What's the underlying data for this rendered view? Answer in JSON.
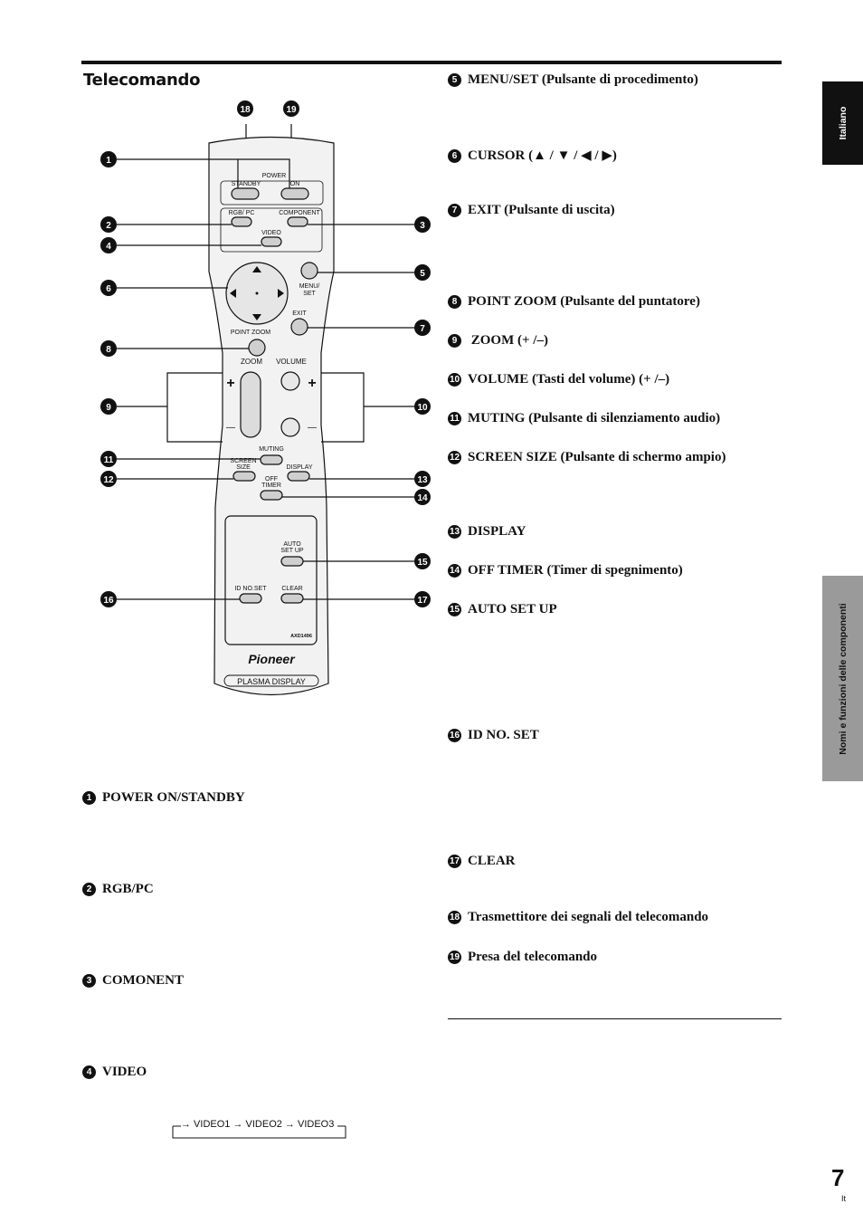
{
  "header": {
    "title": "Telecomando"
  },
  "side_tabs": {
    "language": "Italiano",
    "section": "Nomi e funzioni delle componenti"
  },
  "remote_labels": {
    "power": "POWER",
    "standby": "STANDBY",
    "on": "ON",
    "rgbpc": "RGB/ PC",
    "component": "COMPONENT",
    "video": "VIDEO",
    "menu1": "MENU/",
    "menu2": "SET",
    "exit": "EXIT",
    "point_zoom": "POINT  ZOOM",
    "zoom": "ZOOM",
    "volume": "VOLUME",
    "plus": "+",
    "minus": "—",
    "muting": "MUTING",
    "screen1": "SCREEN",
    "screen2": "SIZE",
    "display": "DISPLAY",
    "off1": "OFF",
    "off2": "TIMER",
    "auto1": "AUTO",
    "auto2": "SET UP",
    "idno": "ID NO.SET",
    "clear": "CLEAR",
    "model": "AXD1496",
    "brand": "Pioneer",
    "plasma": "PLASMA DISPLAY"
  },
  "callouts": {
    "n1": "1",
    "n2": "2",
    "n3": "3",
    "n4": "4",
    "n5": "5",
    "n6": "6",
    "n7": "7",
    "n8": "8",
    "n9": "9",
    "n10": "10",
    "n11": "11",
    "n12": "12",
    "n13": "13",
    "n14": "14",
    "n15": "15",
    "n16": "16",
    "n17": "17",
    "n18": "18",
    "n19": "19"
  },
  "right_items": [
    {
      "n": "5",
      "label": "MENU/SET (Pulsante di procedimento)"
    },
    {
      "n": "6",
      "label": "CURSOR (▲ / ▼ / ◀ / ▶)"
    },
    {
      "n": "7",
      "label": "EXIT (Pulsante di uscita)"
    },
    {
      "n": "8",
      "label": "POINT ZOOM (Pulsante del puntatore)"
    },
    {
      "n": "9",
      "label": " ZOOM (+ /–)"
    },
    {
      "n": "10",
      "label": "VOLUME (Tasti del volume) (+ /–)"
    },
    {
      "n": "11",
      "label": "MUTING (Pulsante di silenziamento audio)"
    },
    {
      "n": "12",
      "label": "SCREEN SIZE (Pulsante di schermo ampio)"
    },
    {
      "n": "13",
      "label": "DISPLAY"
    },
    {
      "n": "14",
      "label": "OFF TIMER (Timer di spegnimento)"
    },
    {
      "n": "15",
      "label": "AUTO SET UP"
    },
    {
      "n": "16",
      "label": "ID NO. SET"
    },
    {
      "n": "17",
      "label": "CLEAR"
    },
    {
      "n": "18",
      "label": "Trasmettitore dei segnali del telecomando"
    },
    {
      "n": "19",
      "label": "Presa del telecomando"
    }
  ],
  "left_items": [
    {
      "n": "1",
      "label": "POWER ON/STANDBY"
    },
    {
      "n": "2",
      "label": "RGB/PC"
    },
    {
      "n": "3",
      "label": "COMONENT"
    },
    {
      "n": "4",
      "label": "VIDEO"
    }
  ],
  "video_flow": "→ VIDEO1 → VIDEO2 → VIDEO3",
  "page": {
    "number": "7",
    "lang_code": "It"
  }
}
